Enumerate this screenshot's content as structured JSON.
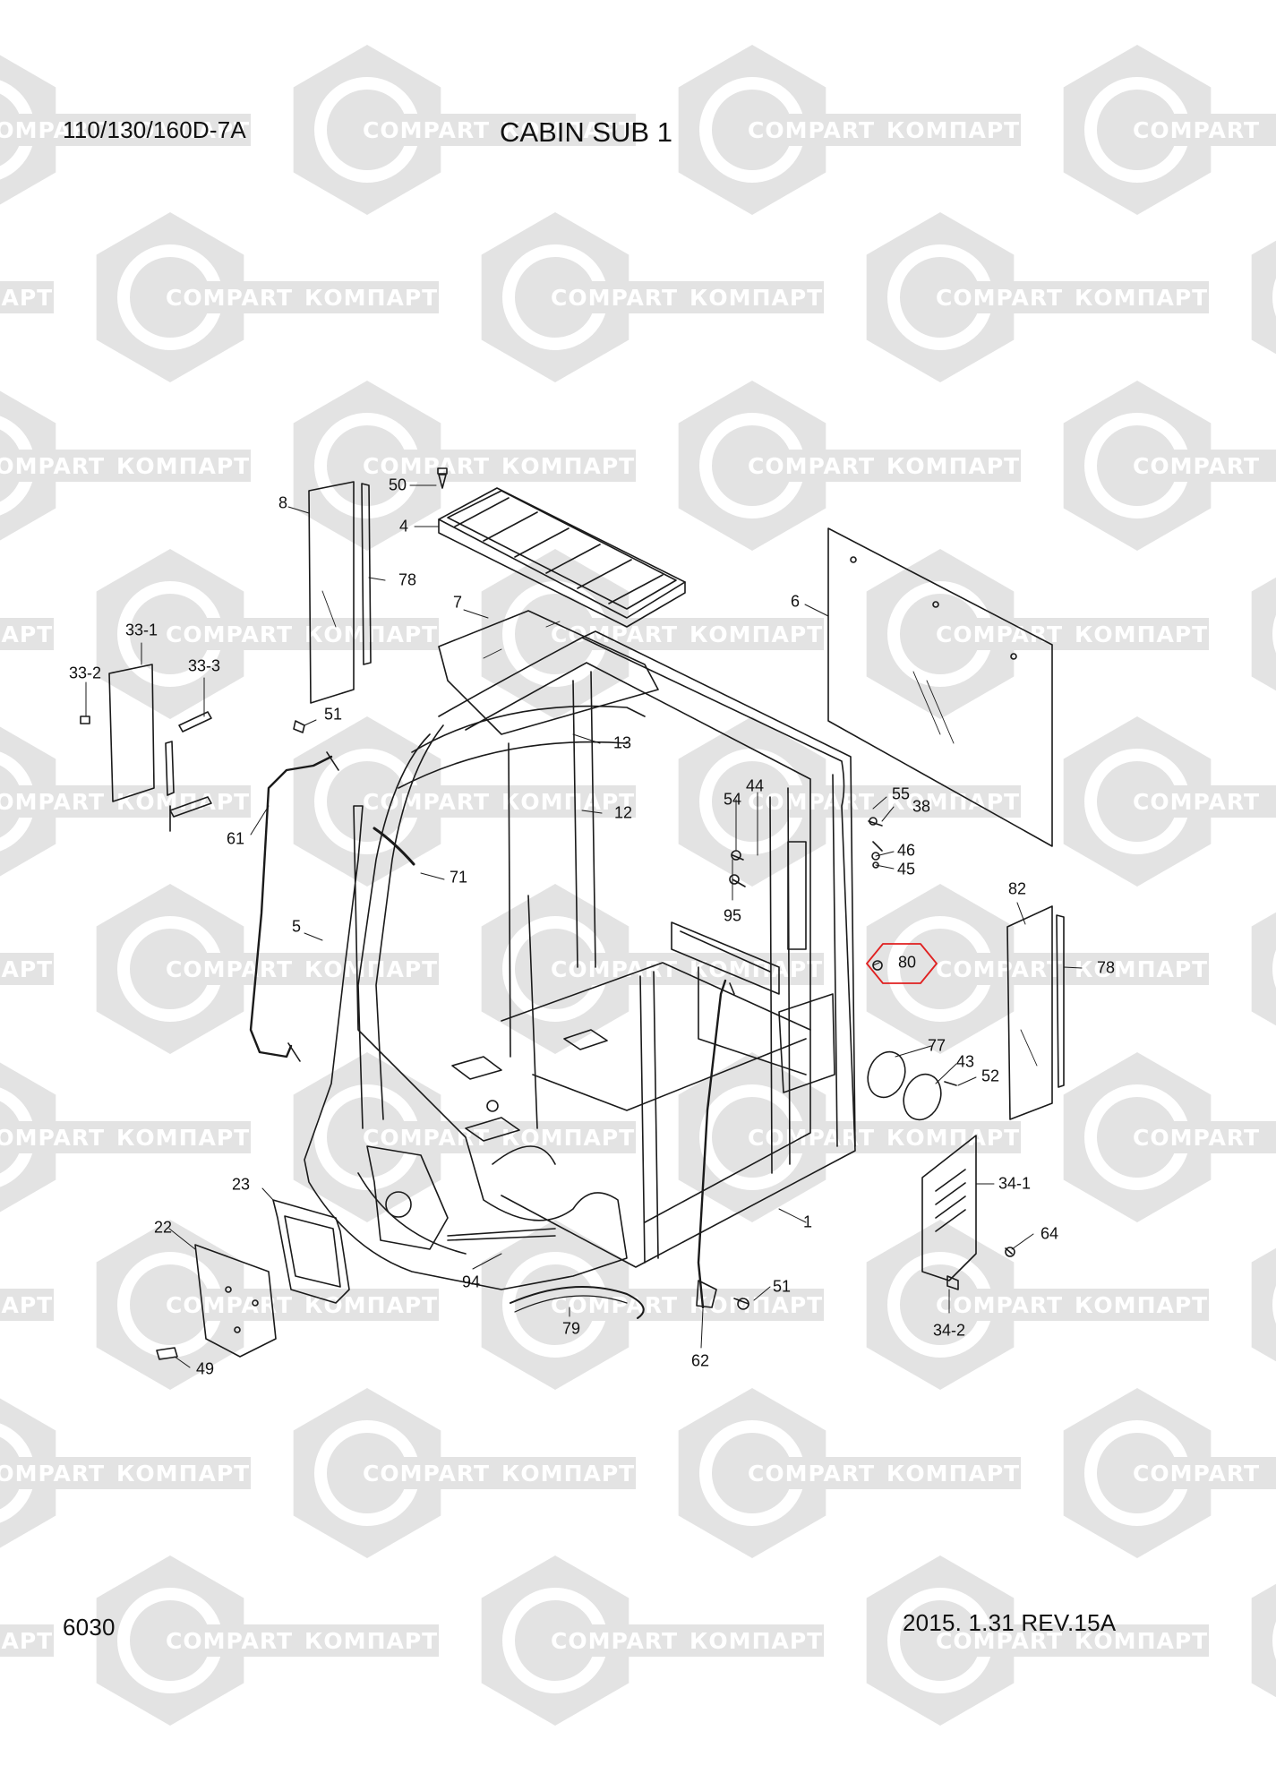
{
  "header": {
    "model": "110/130/160D-7A",
    "title": "CABIN SUB 1"
  },
  "footer": {
    "page_number": "6030",
    "revision": "2015. 1.31  REV.15A"
  },
  "watermark": {
    "text_left": "КОМПАРТ",
    "text_right": "COMPART",
    "color": "#e3e3e3"
  },
  "highlight": {
    "part": "80",
    "color": "#e02020"
  },
  "callouts": [
    {
      "id": "50",
      "label": "50"
    },
    {
      "id": "8",
      "label": "8"
    },
    {
      "id": "4",
      "label": "4"
    },
    {
      "id": "78a",
      "label": "78"
    },
    {
      "id": "7",
      "label": "7"
    },
    {
      "id": "6",
      "label": "6"
    },
    {
      "id": "33-1",
      "label": "33-1"
    },
    {
      "id": "33-2",
      "label": "33-2"
    },
    {
      "id": "33-3",
      "label": "33-3"
    },
    {
      "id": "51a",
      "label": "51"
    },
    {
      "id": "13",
      "label": "13"
    },
    {
      "id": "54",
      "label": "54"
    },
    {
      "id": "44",
      "label": "44"
    },
    {
      "id": "55",
      "label": "55"
    },
    {
      "id": "38",
      "label": "38"
    },
    {
      "id": "12",
      "label": "12"
    },
    {
      "id": "61",
      "label": "61"
    },
    {
      "id": "46",
      "label": "46"
    },
    {
      "id": "45",
      "label": "45"
    },
    {
      "id": "71",
      "label": "71"
    },
    {
      "id": "95",
      "label": "95"
    },
    {
      "id": "82",
      "label": "82"
    },
    {
      "id": "5",
      "label": "5"
    },
    {
      "id": "80",
      "label": "80"
    },
    {
      "id": "78b",
      "label": "78"
    },
    {
      "id": "77",
      "label": "77"
    },
    {
      "id": "43",
      "label": "43"
    },
    {
      "id": "52",
      "label": "52"
    },
    {
      "id": "23",
      "label": "23"
    },
    {
      "id": "34-1",
      "label": "34-1"
    },
    {
      "id": "22",
      "label": "22"
    },
    {
      "id": "1",
      "label": "1"
    },
    {
      "id": "64",
      "label": "64"
    },
    {
      "id": "94",
      "label": "94"
    },
    {
      "id": "51b",
      "label": "51"
    },
    {
      "id": "79",
      "label": "79"
    },
    {
      "id": "34-2",
      "label": "34-2"
    },
    {
      "id": "49",
      "label": "49"
    },
    {
      "id": "62",
      "label": "62"
    }
  ]
}
